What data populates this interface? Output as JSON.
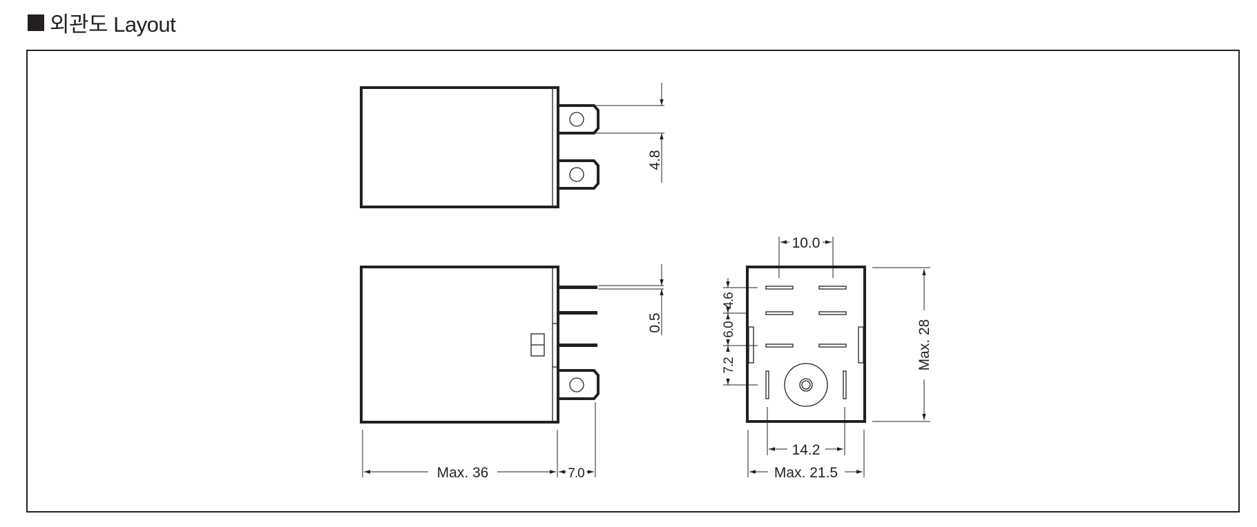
{
  "header": {
    "title": "외관도 Layout"
  },
  "drawing": {
    "top_view": {
      "dim_pitch": "4.8"
    },
    "front_view": {
      "dim_pin": "0.5",
      "dim_length": "Max. 36",
      "dim_terminal": "7.0"
    },
    "bottom_view": {
      "dim_top": "10.0",
      "dim_row1": "4.6",
      "dim_row2": "6.0",
      "dim_row3": "7.2",
      "dim_height": "Max. 28",
      "dim_inner": "14.2",
      "dim_width": "Max. 21.5"
    }
  }
}
